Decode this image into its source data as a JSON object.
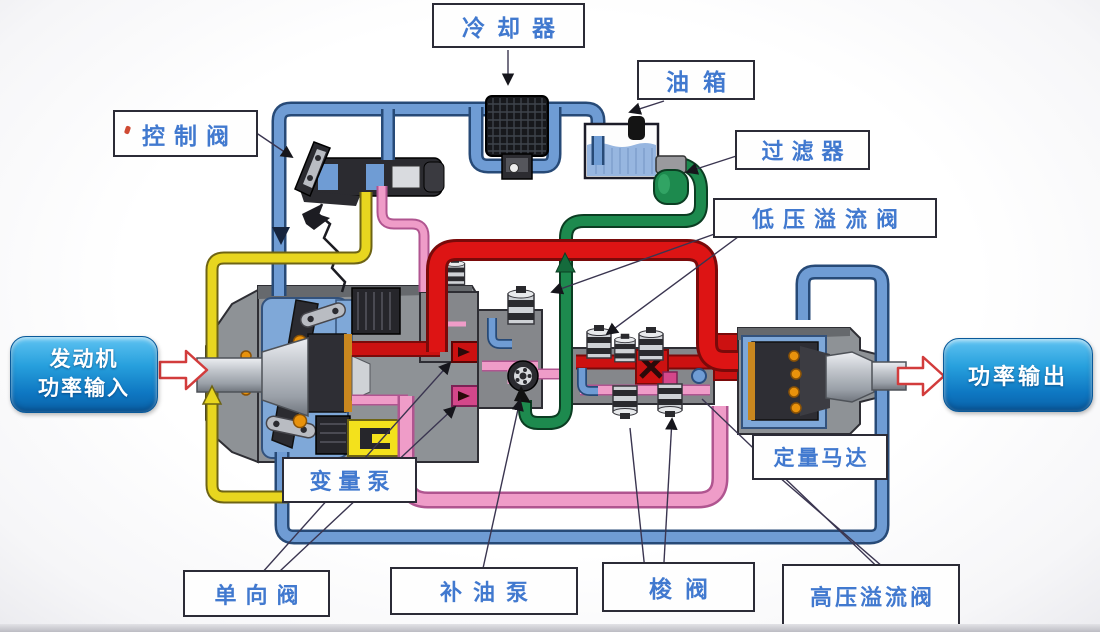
{
  "labels": {
    "cooler": "冷却器",
    "tank": "油箱",
    "control_valve": "控制阀",
    "filter": "过滤器",
    "low_pressure_relief_valve": "低压溢流阀",
    "variable_pump": "变量泵",
    "fixed_motor": "定量马达",
    "check_valve": "单向阀",
    "charge_pump": "补油泵",
    "shuttle_valve": "梭阀",
    "high_pressure_relief_valve": "高压溢流阀"
  },
  "io_blocks": {
    "engine_input_line1": "发动机",
    "engine_input_line2": "功率输入",
    "power_output": "功率输出"
  },
  "colors": {
    "label_text": "#4179cf",
    "io_block_fill": "#1d96d5",
    "high_pressure_line_red": "#d21414",
    "low_pressure_line_blue": "#6f9cd4",
    "charge_line_pink": "#ef9cc8",
    "control_line_yellow": "#e8d61f",
    "suction_line_green": "#1d8a4e",
    "power_arrow_outline": "#d23c3c"
  }
}
